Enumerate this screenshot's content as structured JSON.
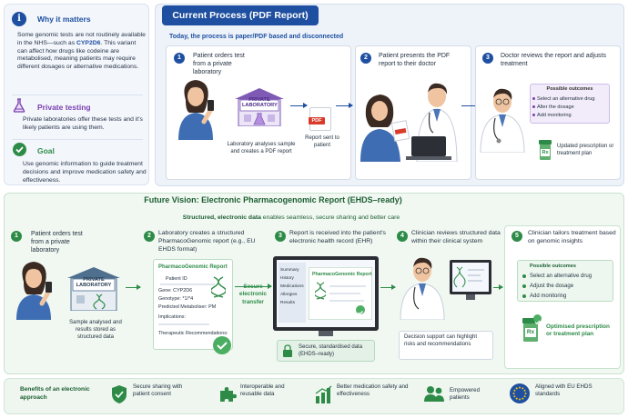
{
  "sidebar": {
    "why": {
      "title": "Why it matters",
      "text_pre": "Some genomic tests are not routinely available in the NHS—such as ",
      "text_bold": "CYP2D6",
      "text_post": ". This variant can affect how drugs like codeine are metabolised, meaning patients may require different dosages or alternative medications."
    },
    "private": {
      "title": "Private testing",
      "text": "Private laboratories offer these tests and it's likely patients are using them."
    },
    "goal": {
      "title": "Goal",
      "text": "Use genomic information to guide treatment decisions and improve medication safety and effectiveness."
    }
  },
  "current": {
    "title": "Current Process (PDF Report)",
    "subtitle": "Today, the process is paper/PDF based and disconnected",
    "steps": [
      {
        "num": "1",
        "text": "Patient orders test from a private laboratory"
      },
      {
        "num": "2",
        "text": "Patient presents the PDF report to their doctor"
      },
      {
        "num": "3",
        "text": "Doctor reviews the report and adjusts treatment"
      }
    ],
    "lab_sign": "PRIVATE LABORATORY",
    "lab_caption": "Laboratory analyses sample and creates a PDF report",
    "pdf_label": "PDF",
    "report_sent": "Report sent to patient",
    "outcomes": {
      "title": "Possible outcomes",
      "items": [
        "Select an alternative drug",
        "Alter the dosage",
        "Add monitoring"
      ]
    },
    "rx_label": "Rx",
    "result": "Updated prescription or treatment plan"
  },
  "future": {
    "title": "Future Vision: Electronic Pharmacogenomic Report (EHDS–ready)",
    "subtitle_bold": "Structured, electronic data",
    "subtitle_rest": " enables seamless, secure sharing and better care",
    "steps": [
      {
        "num": "1",
        "text": "Patient orders test from a private laboratory"
      },
      {
        "num": "2",
        "text": "Laboratory creates a structured PharmacoGenomic report (e.g., EU EHDS format)"
      },
      {
        "num": "3",
        "text": "Report is received into the patient's electronic health record (EHR)"
      },
      {
        "num": "4",
        "text": "Clinician reviews structured data within their clinical system"
      },
      {
        "num": "5",
        "text": "Clinician tailors treatment based on genomic insights"
      }
    ],
    "lab_sign": "PRIVATE LABORATORY",
    "lab_caption": "Sample analysed and results stored as structured data",
    "report": {
      "title": "PharmacoGenomic Report",
      "fields": [
        "Patient ID",
        "Gene: CYP2D6",
        "Genotype: *1/*4",
        "Predicted Metaboliser: PM",
        "Implications:",
        "Therapeutic Recommendations:"
      ]
    },
    "transfer": "Secure electronic transfer",
    "ehr": {
      "menu": [
        "Summary",
        "History",
        "Medications",
        "Allergies",
        "Results"
      ],
      "title": "PharmacoGenomic Report"
    },
    "secure_caption": "Secure, standardised data (EHDS–ready)",
    "decision_support": "Decision support can highlight risks and recommendations",
    "outcomes": {
      "title": "Possible outcomes",
      "items": [
        "Select an alternative drug",
        "Adjust the dosage",
        "Add monitoring"
      ]
    },
    "rx_label": "Rx",
    "result": "Optimised prescription or treatment plan"
  },
  "benefits": {
    "heading": "Benefits of an electronic approach",
    "items": [
      {
        "icon": "shield-check-icon",
        "text": "Secure sharing with patient consent"
      },
      {
        "icon": "puzzle-icon",
        "text": "Interoperable and reusable data"
      },
      {
        "icon": "bar-chart-icon",
        "text": "Better medication safety and effectiveness"
      },
      {
        "icon": "people-icon",
        "text": "Empowered patients"
      },
      {
        "icon": "eu-flag-icon",
        "text": "Aligned with EU EHDS standards"
      }
    ]
  },
  "colors": {
    "blue": "#1e4fa0",
    "green": "#2e8b47",
    "purple": "#7b3fb0",
    "light_blue": "#eaf1fb",
    "light_green": "#edf7ef"
  }
}
